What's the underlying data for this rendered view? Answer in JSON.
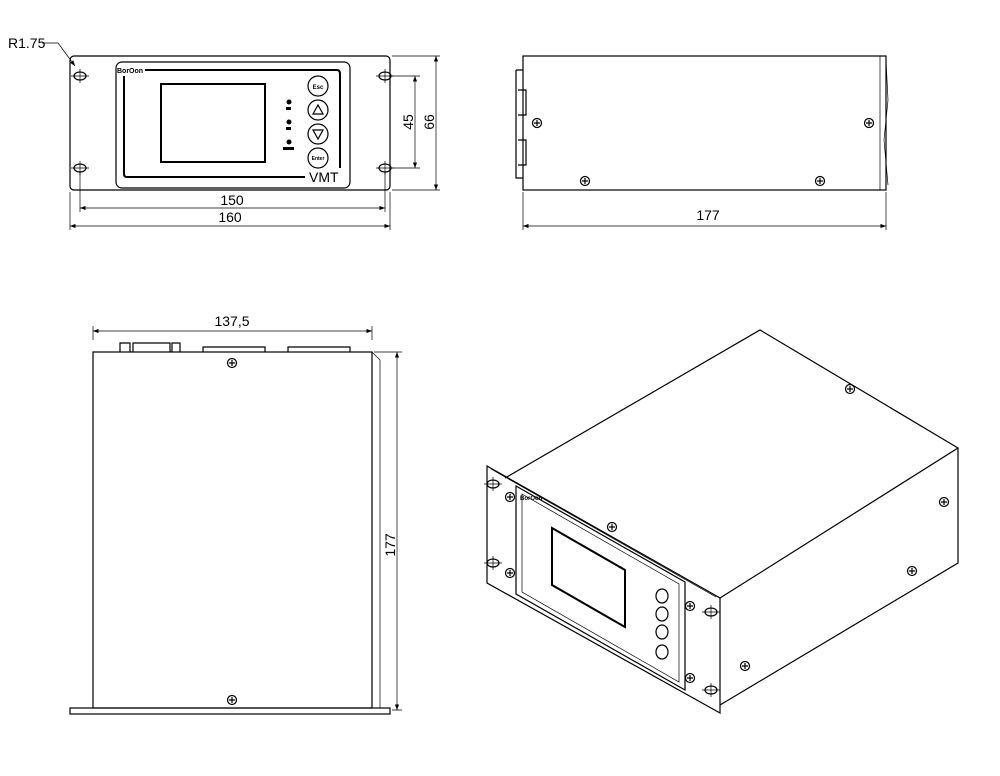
{
  "front_view": {
    "radius_label": "R1.75",
    "brand": "BorOon",
    "model": "VMT",
    "buttons": [
      "Esc",
      "Enter"
    ],
    "dim_hole_vertical": "45",
    "dim_height": "66",
    "dim_hole_horizontal": "150",
    "dim_width": "160"
  },
  "side_view": {
    "dim_depth": "177"
  },
  "top_view": {
    "dim_width": "137,5",
    "dim_depth": "177"
  }
}
